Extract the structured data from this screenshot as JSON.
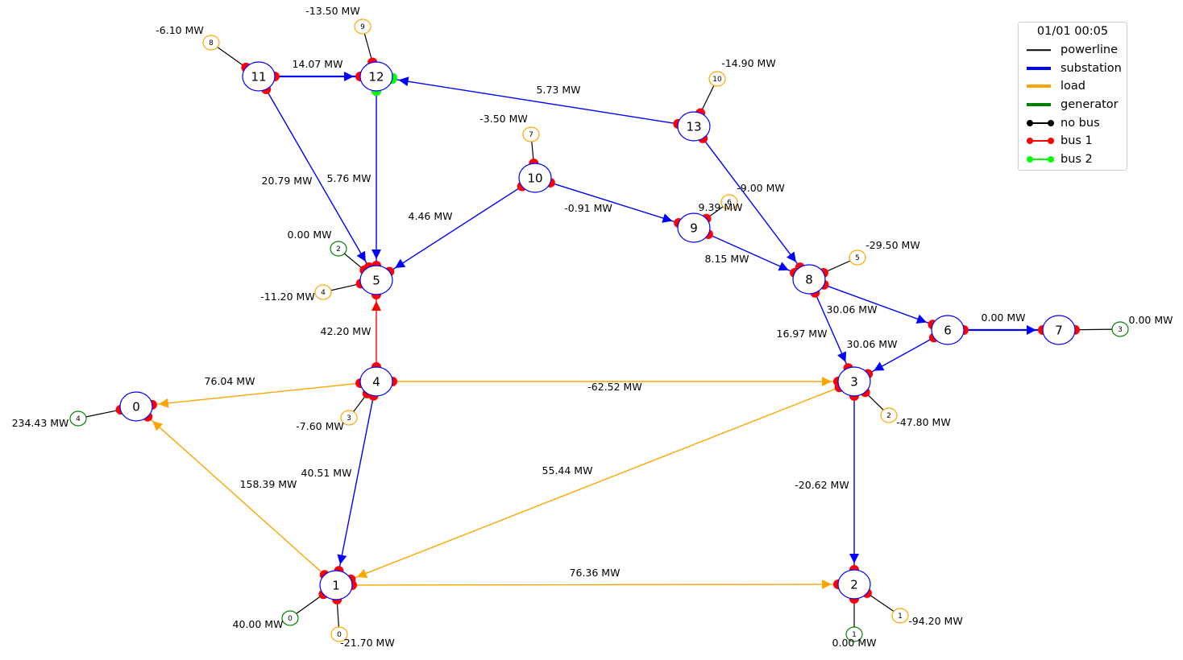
{
  "legend": {
    "title": "01/01 00:05",
    "items": [
      {
        "label": "powerline",
        "kind": "line",
        "color": "#000000",
        "width": 1.5
      },
      {
        "label": "substation",
        "kind": "line",
        "color": "#0000ff",
        "width": 4
      },
      {
        "label": "load",
        "kind": "line",
        "color": "#ffa500",
        "width": 4
      },
      {
        "label": "generator",
        "kind": "line",
        "color": "#008000",
        "width": 4
      },
      {
        "label": "no bus",
        "kind": "dot",
        "color": "#000000",
        "width": 2
      },
      {
        "label": "bus 1",
        "kind": "dot",
        "color": "#ff0000",
        "width": 2
      },
      {
        "label": "bus 2",
        "kind": "dot",
        "color": "#00ff00",
        "width": 2
      }
    ]
  },
  "colors": {
    "substation": "#0000ff",
    "load_line": "#ffa500",
    "overflow_line": "#ff0000",
    "bus1": "#ff0000",
    "bus2": "#00ff00",
    "load_marker": "#ffa500",
    "gen_marker": "#008000"
  },
  "substations": [
    {
      "id": "0",
      "label": "0"
    },
    {
      "id": "1",
      "label": "1"
    },
    {
      "id": "2",
      "label": "2"
    },
    {
      "id": "3",
      "label": "3"
    },
    {
      "id": "4",
      "label": "4"
    },
    {
      "id": "5",
      "label": "5"
    },
    {
      "id": "6",
      "label": "6"
    },
    {
      "id": "7",
      "label": "7"
    },
    {
      "id": "8",
      "label": "8"
    },
    {
      "id": "9",
      "label": "9"
    },
    {
      "id": "10",
      "label": "10"
    },
    {
      "id": "11",
      "label": "11"
    },
    {
      "id": "12",
      "label": "12"
    },
    {
      "id": "13",
      "label": "13"
    }
  ],
  "lines": [
    {
      "from": "4",
      "to": "0",
      "flow": "76.04 MW",
      "color": "load_line"
    },
    {
      "from": "1",
      "to": "0",
      "flow": "158.39 MW",
      "color": "load_line"
    },
    {
      "from": "1",
      "to": "2",
      "flow": "76.36 MW",
      "color": "load_line"
    },
    {
      "from": "3",
      "to": "1",
      "flow": "55.44 MW",
      "color": "load_line"
    },
    {
      "from": "4",
      "to": "1",
      "flow": "40.51 MW",
      "color": "substation"
    },
    {
      "from": "3",
      "to": "2",
      "flow": "-20.62 MW",
      "color": "substation"
    },
    {
      "from": "4",
      "to": "3",
      "flow": "-62.52 MW",
      "color": "load_line"
    },
    {
      "from": "4",
      "to": "5",
      "flow": "42.20 MW",
      "color": "overflow_line"
    },
    {
      "from": "10",
      "to": "5",
      "flow": "4.46 MW",
      "color": "substation"
    },
    {
      "from": "11",
      "to": "5",
      "flow": "20.79 MW",
      "color": "substation"
    },
    {
      "from": "12",
      "to": "5",
      "flow": "5.76 MW",
      "color": "substation"
    },
    {
      "from": "8",
      "to": "3",
      "flow": "16.97 MW",
      "color": "substation"
    },
    {
      "from": "6",
      "to": "3",
      "flow": "30.06 MW",
      "color": "substation"
    },
    {
      "from": "8",
      "to": "6",
      "flow": "30.06 MW",
      "color": "substation"
    },
    {
      "from": "6",
      "to": "7",
      "flow": "0.00 MW",
      "color": "substation"
    },
    {
      "from": "9",
      "to": "8",
      "flow": "8.15 MW",
      "color": "substation"
    },
    {
      "from": "13",
      "to": "8",
      "flow": "-9.00 MW",
      "color": "substation"
    },
    {
      "from": "10",
      "to": "9",
      "flow": "-0.91 MW",
      "color": "substation"
    },
    {
      "from": "11",
      "to": "12",
      "flow": "14.07 MW",
      "color": "substation"
    },
    {
      "from": "13",
      "to": "12",
      "flow": "5.73 MW",
      "color": "substation"
    }
  ],
  "injections": [
    {
      "type": "gen",
      "id": "4",
      "sub": "0",
      "value": "234.43 MW"
    },
    {
      "type": "gen",
      "id": "0",
      "sub": "1",
      "value": "40.00 MW"
    },
    {
      "type": "load",
      "id": "0",
      "sub": "1",
      "value": "-21.70 MW"
    },
    {
      "type": "gen",
      "id": "1",
      "sub": "2",
      "value": "0.00 MW"
    },
    {
      "type": "load",
      "id": "1",
      "sub": "2",
      "value": "-94.20 MW"
    },
    {
      "type": "load",
      "id": "2",
      "sub": "3",
      "value": "-47.80 MW"
    },
    {
      "type": "load",
      "id": "3",
      "sub": "4",
      "value": "-7.60 MW"
    },
    {
      "type": "gen",
      "id": "2",
      "sub": "5",
      "value": "0.00 MW"
    },
    {
      "type": "load",
      "id": "4",
      "sub": "5",
      "value": "-11.20 MW"
    },
    {
      "type": "gen",
      "id": "3",
      "sub": "7",
      "value": "0.00 MW"
    },
    {
      "type": "load",
      "id": "5",
      "sub": "8",
      "value": "-29.50 MW"
    },
    {
      "type": "load",
      "id": "6",
      "sub": "9",
      "value": "9.39 MW"
    },
    {
      "type": "load",
      "id": "7",
      "sub": "10",
      "value": "-3.50 MW"
    },
    {
      "type": "load",
      "id": "8",
      "sub": "11",
      "value": "-6.10 MW"
    },
    {
      "type": "load",
      "id": "9",
      "sub": "12",
      "value": "-13.50 MW"
    },
    {
      "type": "load",
      "id": "10",
      "sub": "13",
      "value": "-14.90 MW"
    }
  ]
}
